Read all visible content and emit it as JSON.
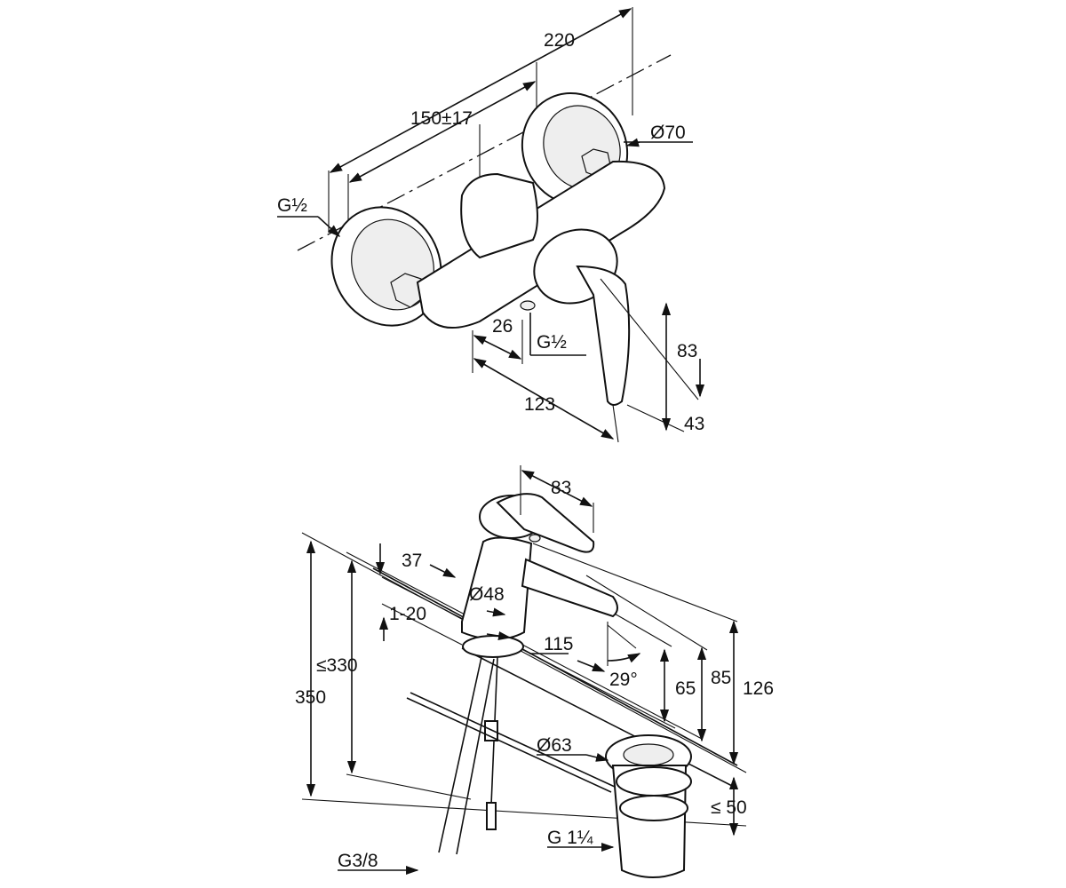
{
  "top_view": {
    "name": "wall-mounted-shower-mixer",
    "dimensions": {
      "overall_length": "220",
      "connection_centers": "150±17",
      "rosette_diameter": "Ø70",
      "inlet_thread": "G½",
      "outlet_thread": "G½",
      "outlet_offset": "26",
      "projection": "123",
      "lever_height": "83",
      "lever_drop": "43"
    }
  },
  "bottom_view": {
    "name": "basin-mixer-with-waste",
    "dimensions": {
      "lever_length": "83",
      "lever_offset": "37",
      "body_diameter": "Ø48",
      "deck_thickness": "1-20",
      "spout_reach": "115",
      "spout_angle": "29°",
      "spout_height": "65",
      "body_height": "85",
      "overall_height": "126",
      "hose_length_max": "≤330",
      "hose_length": "350",
      "waste_diameter": "Ø63",
      "waste_height": "≤ 50",
      "hose_thread": "G3/8",
      "waste_thread": "G 1¼"
    }
  },
  "colors": {
    "line": "#111111",
    "background": "#ffffff"
  }
}
